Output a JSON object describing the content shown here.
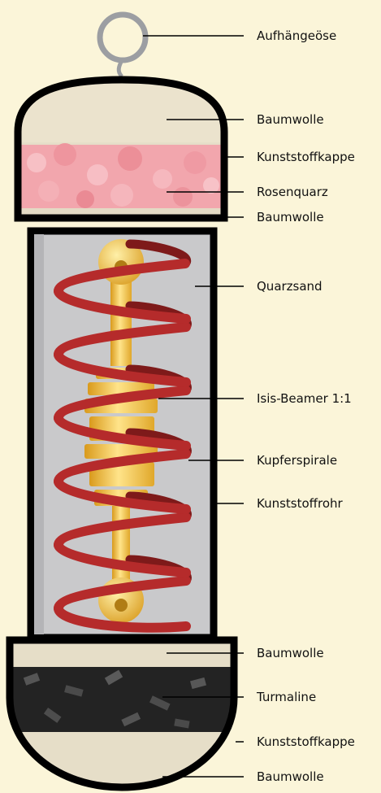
{
  "diagram": {
    "labels": [
      {
        "id": "aufhaengeoese",
        "text": "Aufhängeöse"
      },
      {
        "id": "baumwolle-1",
        "text": "Baumwolle"
      },
      {
        "id": "kunststoffkappe-1",
        "text": "Kunststoffkappe"
      },
      {
        "id": "rosenquarz",
        "text": "Rosenquarz"
      },
      {
        "id": "baumwolle-2",
        "text": "Baumwolle"
      },
      {
        "id": "quarzsand",
        "text": "Quarzsand"
      },
      {
        "id": "isis-beamer",
        "text": "Isis-Beamer 1:1"
      },
      {
        "id": "kupferspirale",
        "text": "Kupferspirale"
      },
      {
        "id": "kunststoffrohr",
        "text": "Kunststoffrohr"
      },
      {
        "id": "baumwolle-3",
        "text": "Baumwolle"
      },
      {
        "id": "turmaline",
        "text": "Turmaline"
      },
      {
        "id": "kunststoffkappe-2",
        "text": "Kunststoffkappe"
      },
      {
        "id": "baumwolle-4",
        "text": "Baumwolle"
      }
    ],
    "colors": {
      "background": "#fbf5d9",
      "outline": "#000000",
      "cotton": "#e8e0cc",
      "rose_quartz": "#f0a4aa",
      "quartz_sand": "#c9c9cb",
      "copper": "#b52b2b",
      "beamer_gold": "#f5c84a",
      "tourmaline": "#1c1c1c",
      "eyelet": "#9c9ea2"
    }
  }
}
